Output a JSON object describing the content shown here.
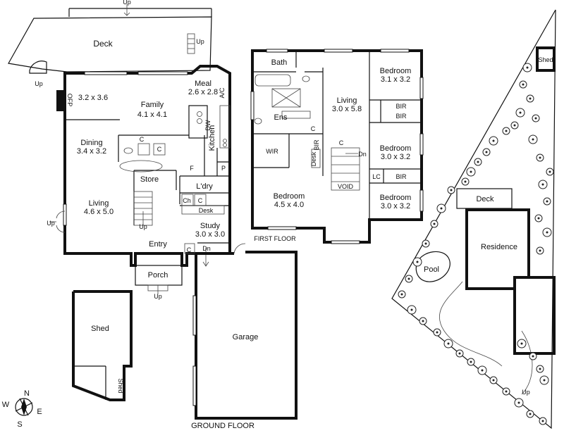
{
  "ground": {
    "deck": "Deck",
    "up": "Up",
    "family_dim": "3.2 x 3.6",
    "family": "Family",
    "family_size": "4.1 x 4.1",
    "meal": "Meal",
    "meal_size": "2.6 x 2.8",
    "ac": "A/C",
    "ofp": "OFP",
    "kitchen": "Kitchen",
    "dw": "DW",
    "dining": "Dining",
    "dining_size": "3.4 x 3.2",
    "c": "C",
    "store": "Store",
    "f": "F",
    "p": "P",
    "laundry": "L'dry",
    "ch": "Ch",
    "desk": "Desk",
    "living": "Living",
    "living_size": "4.6 x 5.0",
    "study": "Study",
    "study_size": "3.0 x 3.0",
    "entry": "Entry",
    "dn": "Dn",
    "porch": "Porch",
    "garage": "Garage",
    "shed": "Shed",
    "floor_label": "GROUND FLOOR"
  },
  "first": {
    "bath": "Bath",
    "bedroom": "Bedroom",
    "bed1_size": "3.1 x 3.2",
    "living": "Living",
    "living_size": "3.0 x 5.8",
    "bir": "BIR",
    "ens": "Ens",
    "c": "C",
    "dn": "Dn",
    "bed2_size": "3.0 x 3.2",
    "wir": "WIR",
    "desk": "Desk",
    "void": "VOID",
    "master_size": "4.5 x 4.0",
    "lc": "LC",
    "bed3_size": "3.0 x 3.2",
    "floor_label": "FIRST FLOOR"
  },
  "site": {
    "shed": "Shed",
    "deck": "Deck",
    "residence": "Residence",
    "pool": "Pool",
    "up": "Up"
  },
  "compass": {
    "n": "N",
    "e": "E",
    "s": "S",
    "w": "W"
  }
}
